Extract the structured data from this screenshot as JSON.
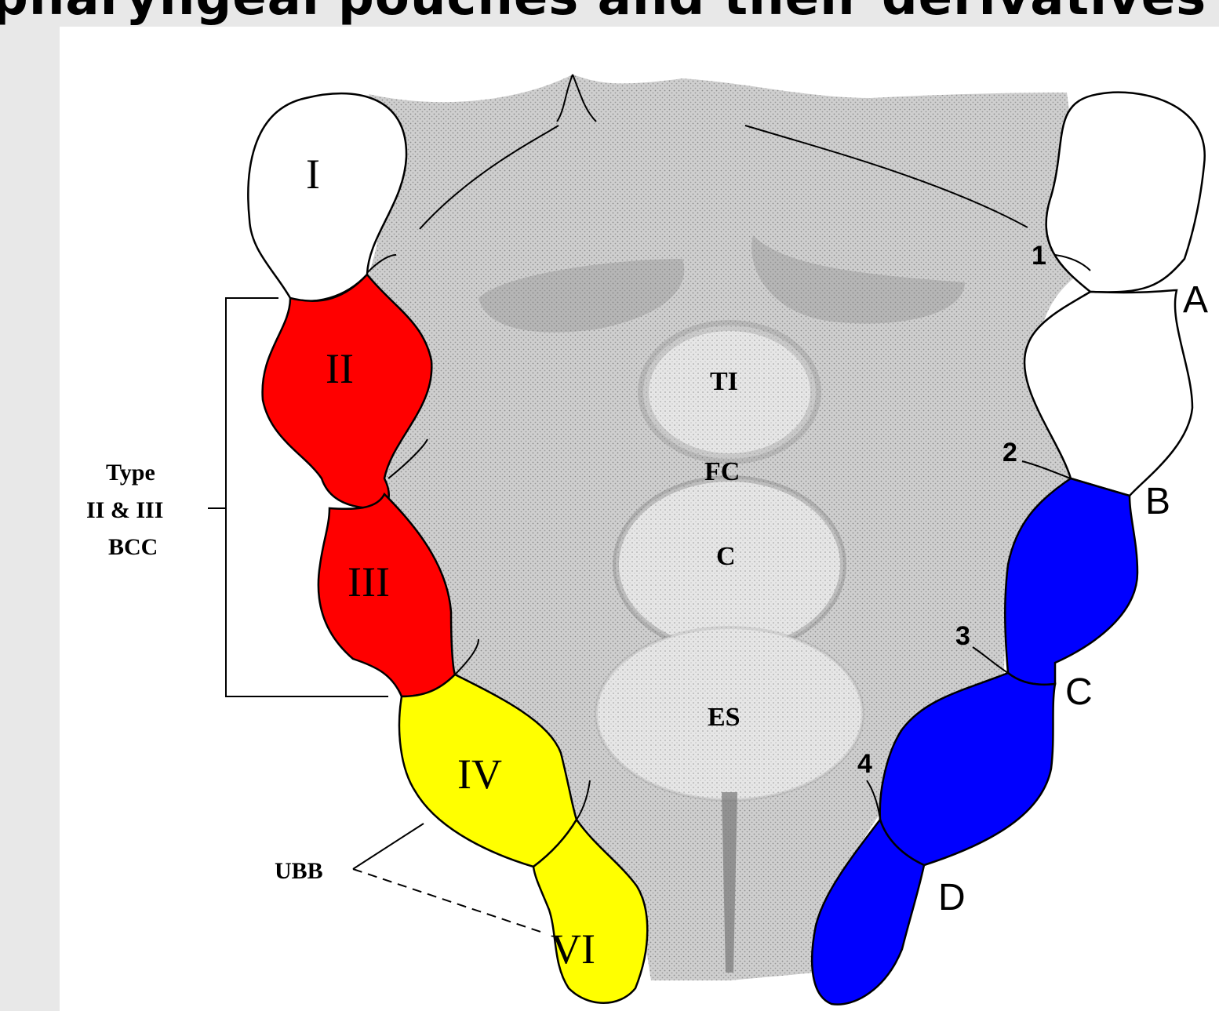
{
  "header": {
    "title": "pharyngeal pouches and their derivatives"
  },
  "colors": {
    "background": "#e8e8e8",
    "canvas": "#ffffff",
    "pharynx": "#c4c4c4",
    "red": "#ff0000",
    "blue": "#0000ff",
    "yellow": "#ffff00",
    "white": "#ffffff"
  },
  "arches": {
    "I": "I",
    "II": "II",
    "III": "III",
    "IV": "IV",
    "VI": "VI"
  },
  "structures": {
    "TI": "TI",
    "FC": "FC",
    "C": "C",
    "ES": "ES"
  },
  "pouch_numbers": [
    "1",
    "2",
    "3",
    "4"
  ],
  "clefts": [
    "A",
    "B",
    "C",
    "D"
  ],
  "side_label": {
    "line1": "Type",
    "line2": "II & III",
    "line3": "BCC"
  },
  "ubb_label": "UBB"
}
